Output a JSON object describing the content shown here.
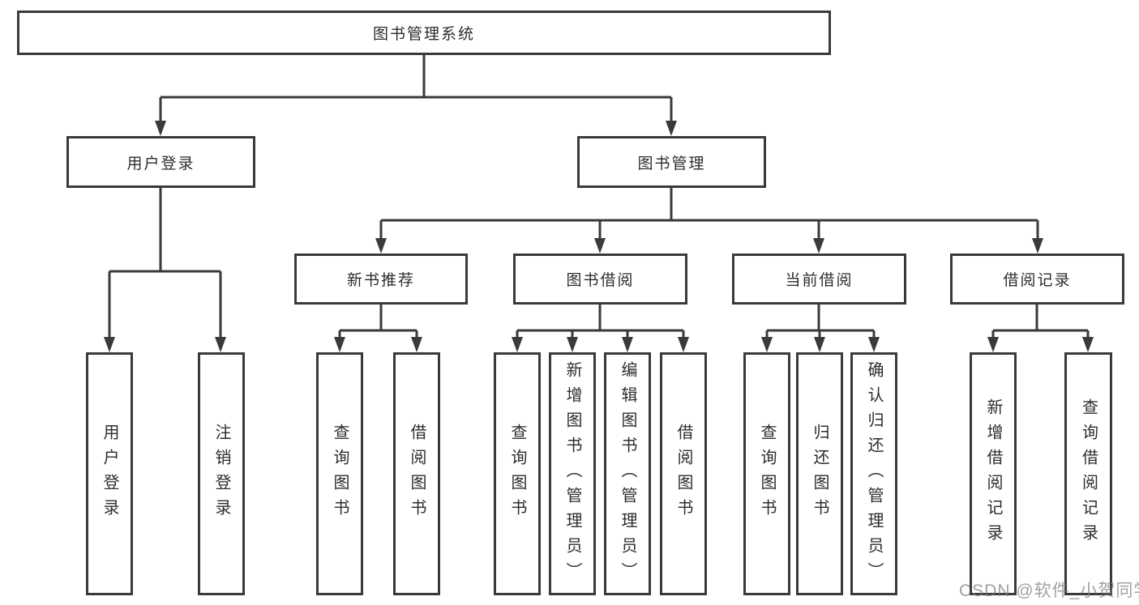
{
  "tree": {
    "root": {
      "label": "图书管理系统"
    },
    "branches": [
      {
        "label": "用户登录",
        "leaves": [
          "用户登录",
          "注销登录"
        ]
      },
      {
        "label": "图书管理",
        "groups": [
          {
            "label": "新书推荐",
            "leaves": [
              "查询图书",
              "借阅图书"
            ]
          },
          {
            "label": "图书借阅",
            "leaves": [
              "查询图书",
              "新增图书（管理员）",
              "编辑图书（管理员）",
              "借阅图书"
            ]
          },
          {
            "label": "当前借阅",
            "leaves": [
              "查询图书",
              "归还图书",
              "确认归还（管理员）"
            ]
          },
          {
            "label": "借阅记录",
            "leaves": [
              "新增借阅记录",
              "查询借阅记录"
            ]
          }
        ]
      }
    ]
  },
  "watermark": {
    "text": "CSDN @软件_小贺同学"
  },
  "colors": {
    "line": "#3a3a3a",
    "text": "#2d2d2d",
    "background": "#ffffff",
    "watermark": "#7d7d7d"
  }
}
